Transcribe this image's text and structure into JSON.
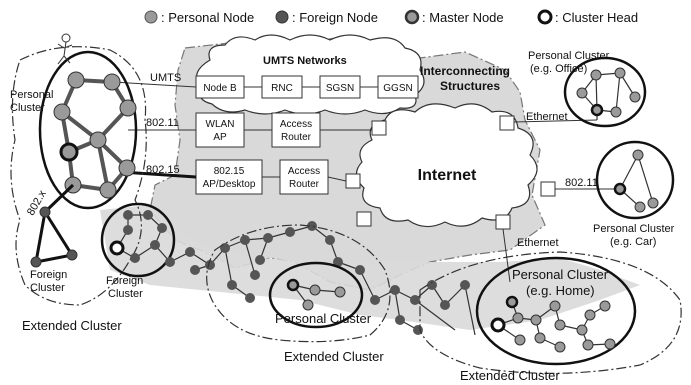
{
  "legend": {
    "personal_node": ": Personal Node",
    "foreign_node": ": Foreign Node",
    "master_node": ": Master Node",
    "cluster_head": ": Cluster Head"
  },
  "umts": {
    "title": "UMTS Networks",
    "nodes": [
      "Node B",
      "RNC",
      "SGSN",
      "GGSN"
    ],
    "link_label": "UMTS"
  },
  "interconnecting": {
    "line1": "Interconnecting",
    "line2": "Structures"
  },
  "internet": "Internet",
  "access": {
    "wlan_line1": "WLAN",
    "wlan_line2": "AP",
    "router1_line1": "Access",
    "router1_line2": "Router",
    "ap_line1": "802.15",
    "ap_line2": "AP/Desktop",
    "router2_line1": "Access",
    "router2_line2": "Router",
    "link_80211": "802.11",
    "link_80215": "802.15"
  },
  "links": {
    "ethernet_top": "Ethernet",
    "ethernet_bottom": "Ethernet",
    "wifi_car": "802.11",
    "link_8021x": "802.x"
  },
  "clusters": {
    "personal_left_1": "Personal",
    "personal_left_2": "Cluster",
    "foreign_left_1": "Foreign",
    "foreign_left_2": "Cluster",
    "foreign_mid_1": "Foreign",
    "foreign_mid_2": "Cluster",
    "extended_left": "Extended Cluster",
    "personal_middle": "Personal Cluster",
    "extended_middle": "Extended Cluster",
    "extended_right": "Extended Cluster",
    "office_1": "Personal Cluster",
    "office_2": "(e.g. Office)",
    "car_1": "Personal Cluster",
    "car_2": "(e.g. Car)",
    "home_1": "Personal Cluster",
    "home_2": "(e.g. Home)"
  }
}
